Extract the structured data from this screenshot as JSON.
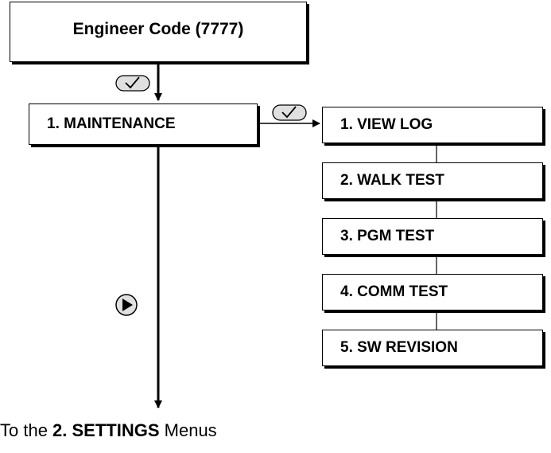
{
  "root": {
    "label": "Engineer Code (7777)"
  },
  "maintenance": {
    "label": "1. MAINTENANCE"
  },
  "submenu": [
    {
      "label": "1. VIEW LOG"
    },
    {
      "label": "2. WALK TEST"
    },
    {
      "label": "3. PGM TEST"
    },
    {
      "label": "4. COMM TEST"
    },
    {
      "label": "5. SW REVISION"
    }
  ],
  "footer": {
    "prefix": "To the ",
    "bold": "2. SETTINGS",
    "suffix": " Menus"
  },
  "icons": {
    "enter_key": "check-key-icon",
    "next_key": "next-key-icon"
  },
  "colors": {
    "line": "#000000",
    "key_fill": "#e0e0e0",
    "box_bg": "#ffffff"
  }
}
